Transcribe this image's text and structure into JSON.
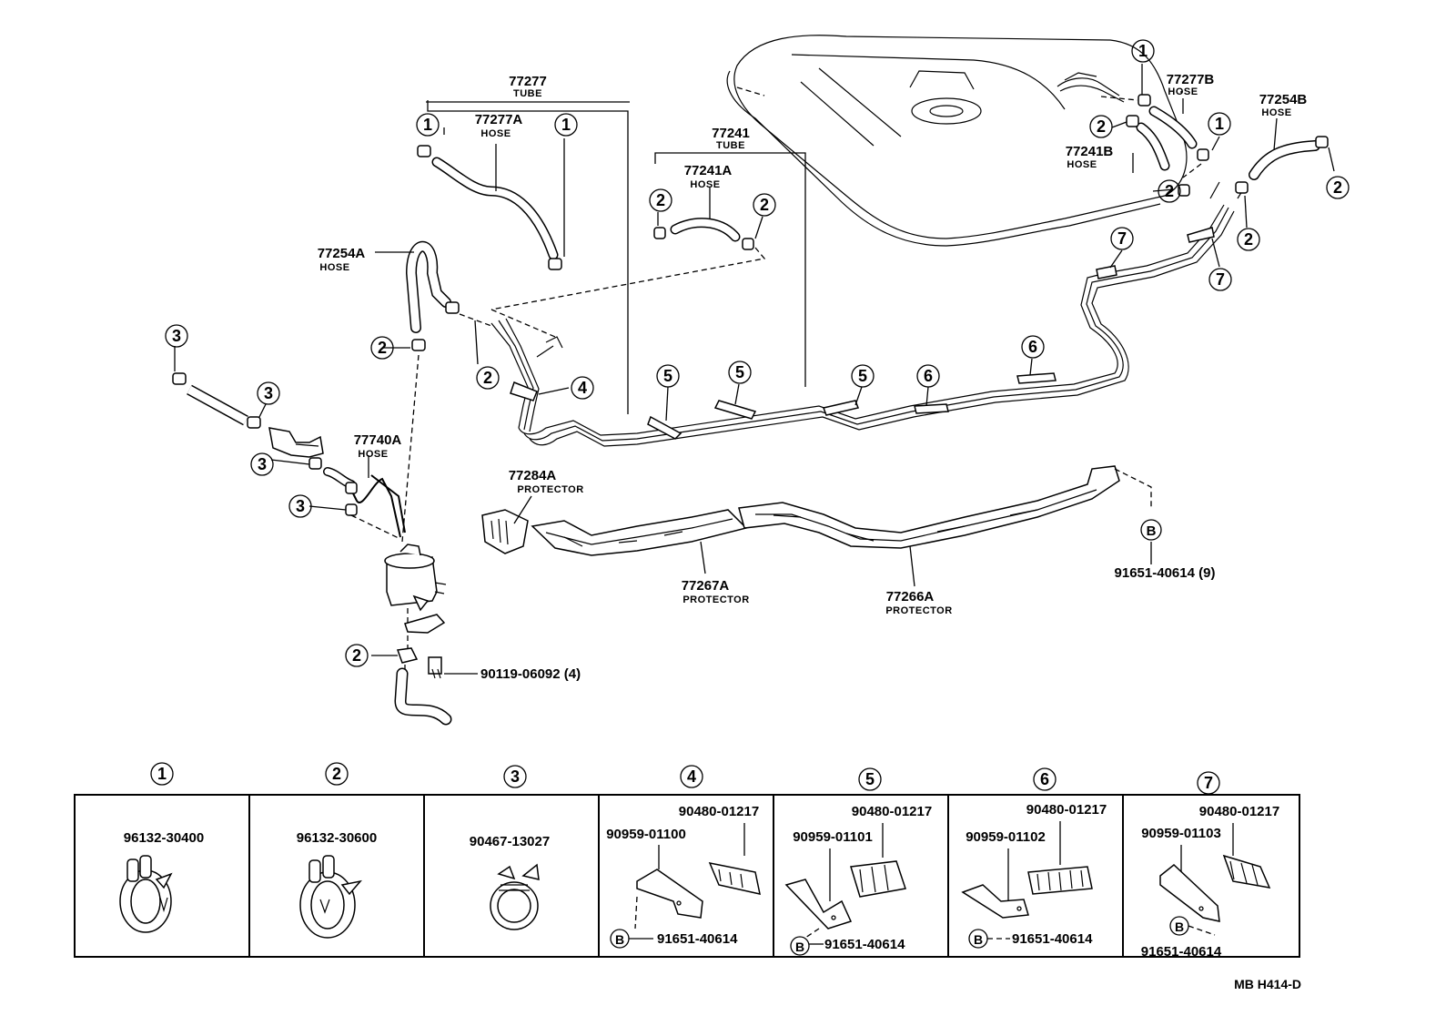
{
  "labels": {
    "p77277": "77277",
    "p77277_sub": "TUBE",
    "p77277A": "77277A",
    "p77277A_sub": "HOSE",
    "p77241": "77241",
    "p77241_sub": "TUBE",
    "p77241A": "77241A",
    "p77241A_sub": "HOSE",
    "p77277B": "77277B",
    "p77277B_sub": "HOSE",
    "p77254B": "77254B",
    "p77254B_sub": "HOSE",
    "p77241B": "77241B",
    "p77241B_sub": "HOSE",
    "p77254A": "77254A",
    "p77254A_sub": "HOSE",
    "p77740A": "77740A",
    "p77740A_sub": "HOSE",
    "p77284A": "77284A",
    "p77284A_sub": "PROTECTOR",
    "p77267A": "77267A",
    "p77267A_sub": "PROTECTOR",
    "p77266A": "77266A",
    "p77266A_sub": "PROTECTOR",
    "p91651_9": "91651-40614 (9)",
    "p90119": "90119-06092 (4)"
  },
  "callouts": {
    "c1": "1",
    "c2": "2",
    "c3": "3",
    "c4": "4",
    "c5": "5",
    "c6": "6",
    "c7": "7",
    "cB": "B"
  },
  "table": {
    "cells": [
      {
        "num": "1",
        "part": "96132-30400"
      },
      {
        "num": "2",
        "part": "96132-30600"
      },
      {
        "num": "3",
        "part": "90467-13027"
      },
      {
        "num": "4",
        "clamp": "90480-01217",
        "bracket": "90959-01100",
        "bolt": "91651-40614"
      },
      {
        "num": "5",
        "clamp": "90480-01217",
        "bracket": "90959-01101",
        "bolt": "91651-40614"
      },
      {
        "num": "6",
        "clamp": "90480-01217",
        "bracket": "90959-01102",
        "bolt": "91651-40614"
      },
      {
        "num": "7",
        "clamp": "90480-01217",
        "bracket": "90959-01103",
        "bolt": "91651-40614"
      }
    ]
  },
  "footer_code": "MB H414-D"
}
